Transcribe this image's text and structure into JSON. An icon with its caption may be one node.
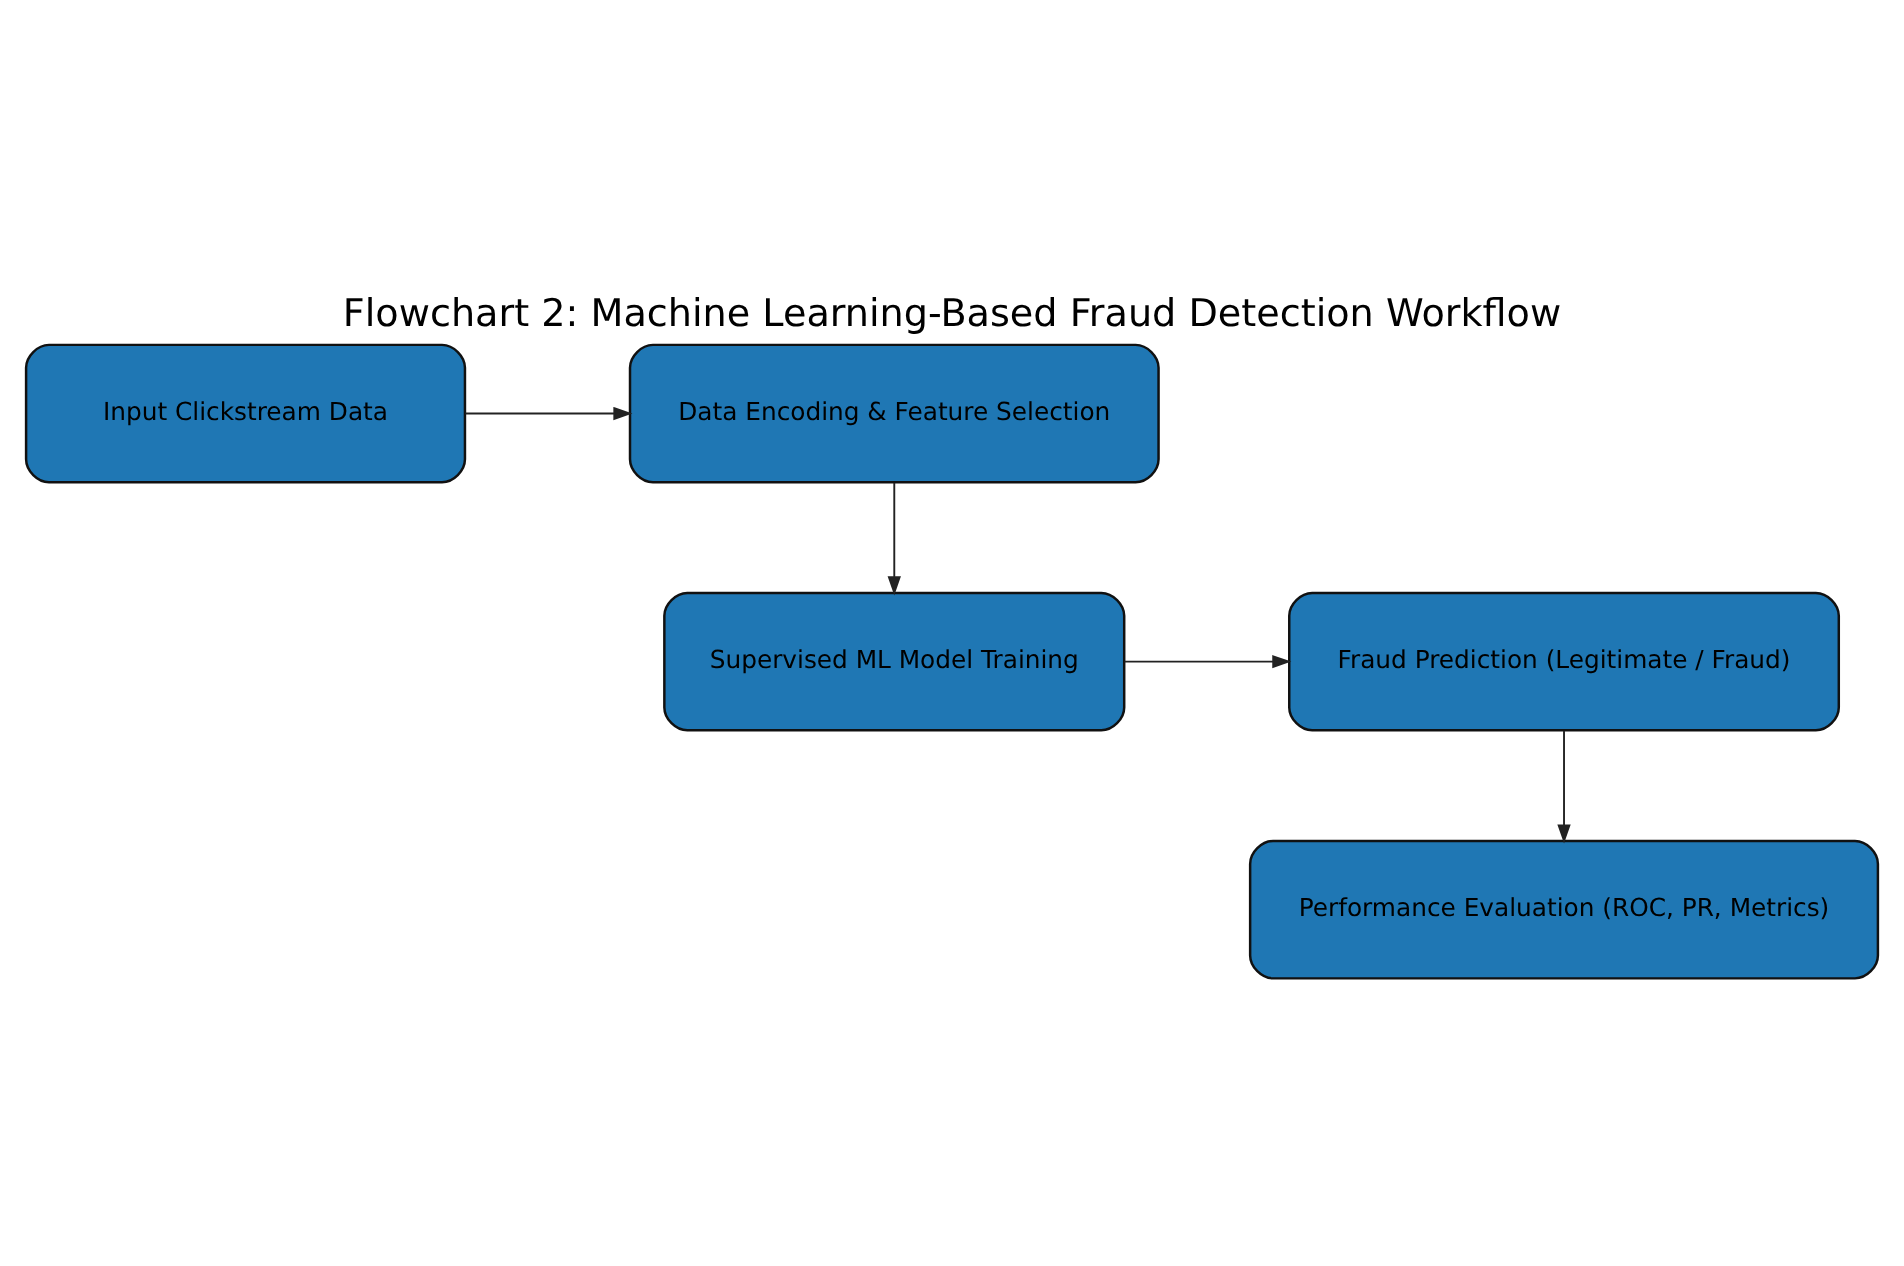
{
  "diagram": {
    "title": "Flowchart 2: Machine Learning-Based Fraud Detection Workflow",
    "nodes": [
      {
        "text": [
          "Input Clickstream Data"
        ]
      },
      {
        "text": [
          "Data Encoding & Feature Selection"
        ]
      },
      {
        "text": [
          "Supervised ML Model Training"
        ]
      },
      {
        "text": [
          "Fraud Prediction (Legitimate / Fraud)"
        ]
      },
      {
        "text": [
          "Performance Evaluation (ROC, PR, Metrics)"
        ]
      }
    ],
    "edges": [
      {
        "from": 0,
        "to": 1,
        "arrow": "to"
      },
      {
        "from": 1,
        "to": 2,
        "arrow": "to"
      },
      {
        "from": 2,
        "to": 3,
        "arrow": "to"
      },
      {
        "from": 3,
        "to": 4,
        "arrow": "to"
      }
    ]
  }
}
